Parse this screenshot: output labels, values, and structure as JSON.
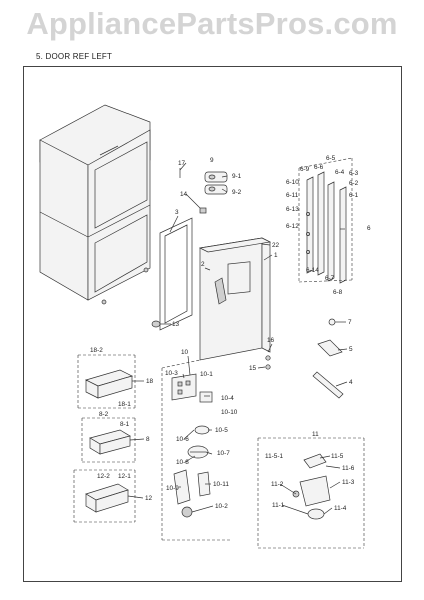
{
  "watermark": "AppliancePartsPros.com",
  "section_title": "5. DOOR REF LEFT",
  "callouts": {
    "c1": "1",
    "c2": "2",
    "c3": "3",
    "c4": "4",
    "c5": "5",
    "c7": "7",
    "c8": "8",
    "c8_1": "8-1",
    "c8_2": "8-2",
    "c9": "9",
    "c9_1": "9-1",
    "c9_2": "9-2",
    "c10": "10",
    "c10_1": "10-1",
    "c10_2": "10-2",
    "c10_3": "10-3",
    "c10_4": "10-4",
    "c10_5": "10-5",
    "c10_6": "10-6",
    "c10_7": "10-7",
    "c10_8": "10-8",
    "c10_9": "10-9",
    "c10_10": "10-10",
    "c10_11": "10-11",
    "c11": "11",
    "c11_1": "11-1",
    "c11_2": "11-2",
    "c11_3": "11-3",
    "c11_4": "11-4",
    "c11_5": "11-5",
    "c11_5_1": "11-5-1",
    "c11_6": "11-6",
    "c12": "12",
    "c12_1": "12-1",
    "c12_2": "12-2",
    "c13": "13",
    "c14": "14",
    "c15": "15",
    "c16": "16",
    "c17": "17",
    "c18": "18",
    "c18_1": "18-1",
    "c18_2": "18-2",
    "c22": "22",
    "c6": "6",
    "c6_1": "6-1",
    "c6_2": "6-2",
    "c6_3": "6-3",
    "c6_4": "6-4",
    "c6_5": "6-5",
    "c6_6": "6-6",
    "c6_7": "6-7",
    "c6_8": "6-8",
    "c6_9": "6-9",
    "c6_10": "6-10",
    "c6_11": "6-11",
    "c6_12": "6-12",
    "c6_13": "6-13",
    "c6_14": "6-14"
  }
}
